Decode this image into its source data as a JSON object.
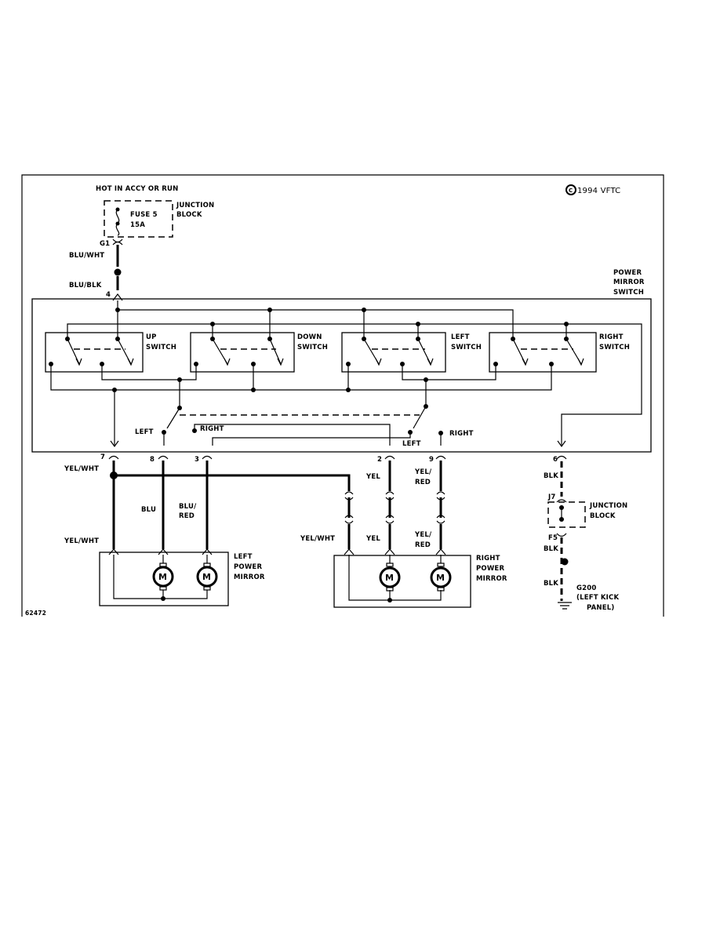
{
  "title": "HOT IN ACCY OR RUN",
  "copyright": "1994 VFTC",
  "copyright_symbol": "C",
  "figure_id": "62472",
  "fuse": {
    "line1": "FUSE 5",
    "line2": "15A"
  },
  "junction_block_top": {
    "line1": "JUNCTION",
    "line2": "BLOCK"
  },
  "junction_block_ground": {
    "line1": "JUNCTION",
    "line2": "BLOCK"
  },
  "power_mirror_switch": {
    "line1": "POWER",
    "line2": "MIRROR",
    "line3": "SWITCH"
  },
  "switches": {
    "up": {
      "line1": "UP",
      "line2": "SWITCH"
    },
    "down": {
      "line1": "DOWN",
      "line2": "SWITCH"
    },
    "left": {
      "line1": "LEFT",
      "line2": "SWITCH"
    },
    "right": {
      "line1": "RIGHT",
      "line2": "SWITCH"
    }
  },
  "selector": {
    "left": "LEFT",
    "right": "RIGHT",
    "left2": "LEFT",
    "right2": "RIGHT"
  },
  "connectors": {
    "g1": "G1",
    "pin4": "4",
    "pin7": "7",
    "pin8": "8",
    "pin3": "3",
    "pin2": "2",
    "pin9": "9",
    "pin6": "6",
    "j7": "J7",
    "f5": "F5"
  },
  "wires": {
    "blu_wht": "BLU/WHT",
    "blu_blk": "BLU/BLK",
    "yel_wht_top": "YEL/WHT",
    "yel_wht_bottom": "YEL/WHT",
    "blu": "BLU",
    "blu_red_1": "BLU/",
    "blu_red_2": "RED",
    "yel_top": "YEL",
    "yel_red_top_1": "YEL/",
    "yel_red_top_2": "RED",
    "yel_wht_right": "YEL/WHT",
    "yel_bottom": "YEL",
    "yel_red_bottom_1": "YEL/",
    "yel_red_bottom_2": "RED",
    "blk_1": "BLK",
    "blk_2": "BLK",
    "blk_3": "BLK"
  },
  "left_mirror": {
    "line1": "LEFT",
    "line2": "POWER",
    "line3": "MIRROR"
  },
  "right_mirror": {
    "line1": "RIGHT",
    "line2": "POWER",
    "line3": "MIRROR"
  },
  "motor_symbol": "M",
  "ground": {
    "line1": "G200",
    "line2": "(LEFT KICK",
    "line3": "PANEL)"
  }
}
